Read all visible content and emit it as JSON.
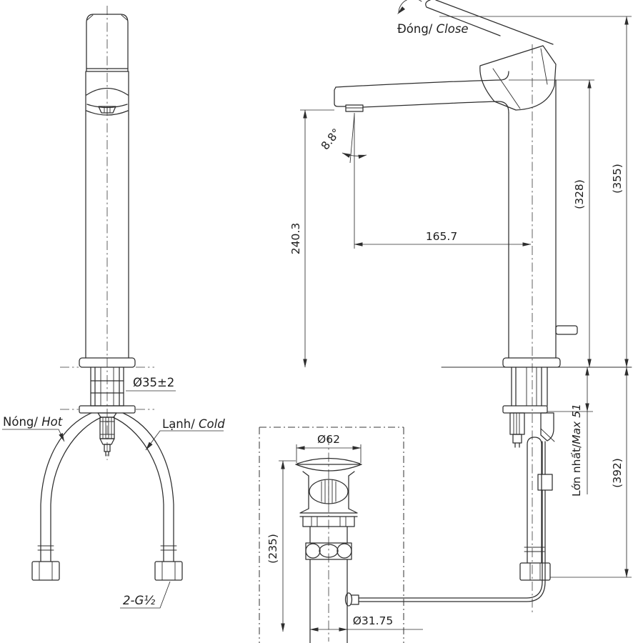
{
  "drawing": {
    "type": "technical-dimension-drawing",
    "product": "tall single-lever basin mixer with pop-up waste",
    "line_color": "#2e2e2e",
    "background": "#ffffff"
  },
  "front_view": {
    "labels": {
      "shank_diameter": "Ø35±2",
      "hot_vi": "Nóng/ ",
      "hot_en": "Hot",
      "cold_vi": "Lạnh/ ",
      "cold_en": "Cold",
      "supply_thread": "2-G½"
    }
  },
  "side_view": {
    "labels": {
      "close_vi": "Đóng/ ",
      "close_en": "Close",
      "spout_angle": "8.8°"
    },
    "dimensions": {
      "spout_height": "240.3",
      "spout_reach": "165.7",
      "height_to_spout_top": "(328)",
      "overall_height": "(355)",
      "max_deck_vi": "Lớn nhất/",
      "max_deck_en": "Max 51",
      "below_deck_total": "(392)"
    }
  },
  "drain_unit": {
    "dimensions": {
      "flange_diameter": "Ø62",
      "overall_length": "(235)",
      "tailpiece_diameter": "Ø31.75"
    }
  }
}
